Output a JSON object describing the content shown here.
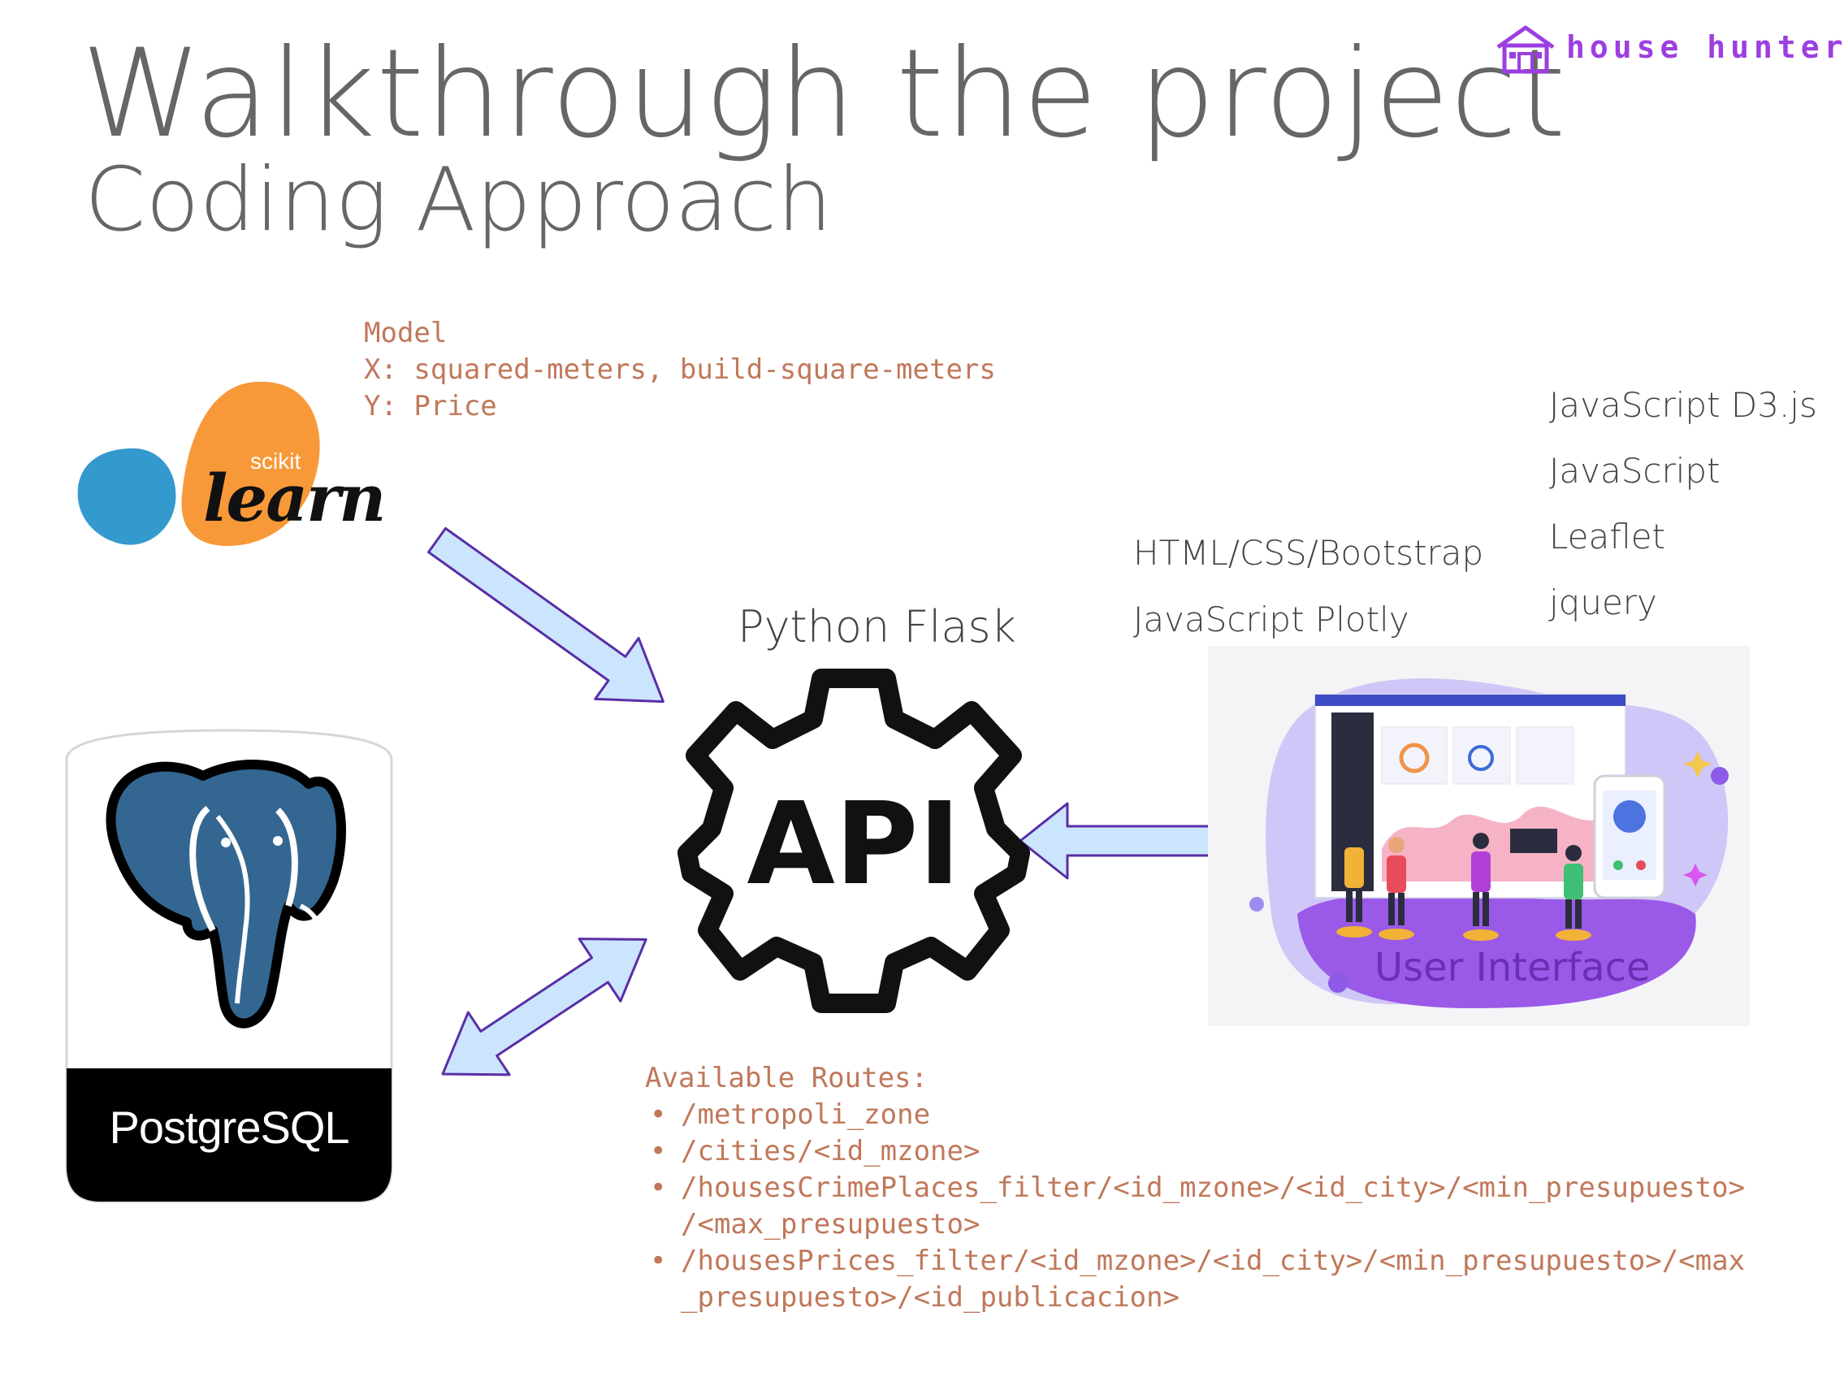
{
  "title": "Walkthrough the project",
  "subtitle": "Coding Approach",
  "brand": {
    "name": "house hunter",
    "icon": "house-icon",
    "color": "#9c3fe0"
  },
  "model": {
    "heading": "Model",
    "x_line": "X: squared-meters, build-square-meters",
    "y_line": "Y: Price"
  },
  "sklearn": {
    "small": "scikit",
    "big": "learn"
  },
  "postgres": {
    "label": "PostgreSQL"
  },
  "api": {
    "label": "API",
    "caption": "Python Flask",
    "icon": "gear-icon"
  },
  "tech_mid": [
    "HTML/CSS/Bootstrap",
    "JavaScript Plotly"
  ],
  "tech_right": [
    "JavaScript D3.js",
    "JavaScript",
    "Leaflet",
    "jquery"
  ],
  "ui": {
    "label": "User Interface"
  },
  "routes": {
    "heading": "Available Routes:",
    "items": [
      [
        "/metropoli_zone"
      ],
      [
        "/cities/<id_mzone>"
      ],
      [
        "/housesCrimePlaces_filter/<id_mzone>/<id_city>/<min_presupuesto>",
        "/<max_presupuesto>"
      ],
      [
        "/housesPrices_filter/<id_mzone>/<id_city>/<min_presupuesto>/<max",
        "_presupuesto>/<id_publicacion>"
      ]
    ]
  },
  "colors": {
    "title": "#666666",
    "code": "#c0785a",
    "arrow_fill": "#cce5ff",
    "arrow_stroke": "#5a2ea6",
    "accent_purple": "#9c3fe0",
    "postgres_blue": "#336791",
    "sklearn_orange": "#f89939",
    "sklearn_blue": "#3499cd"
  }
}
